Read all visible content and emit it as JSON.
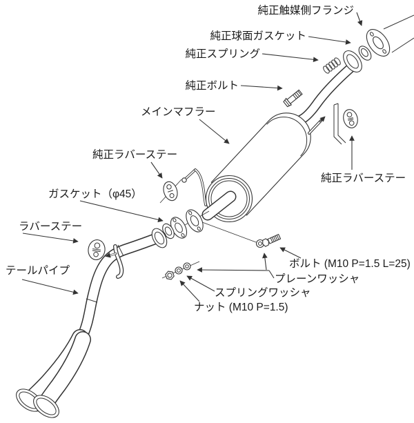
{
  "diagram": {
    "background_color": "#ffffff",
    "line_color": "#333333",
    "text_color": "#1a1a1a",
    "labels": {
      "catalyst_flange": "純正触媒側フランジ",
      "spherical_gasket": "純正球面ガスケット",
      "stock_spring": "純正スプリング",
      "stock_bolt": "純正ボルト",
      "main_muffler": "メインマフラー",
      "stock_rubber_stay_left": "純正ラバーステー",
      "stock_rubber_stay_right": "純正ラバーステー",
      "gasket_phi45": "ガスケット（φ45）",
      "rubber_stay": "ラバーステー",
      "tail_pipe": "テールパイプ",
      "bolt_m10": "ボルト (M10 P=1.5 L=25)",
      "plain_washer": "プレーンワッシャ",
      "spring_washer": "スプリングワッシャ",
      "nut_m10": "ナット (M10  P=1.5)"
    }
  }
}
